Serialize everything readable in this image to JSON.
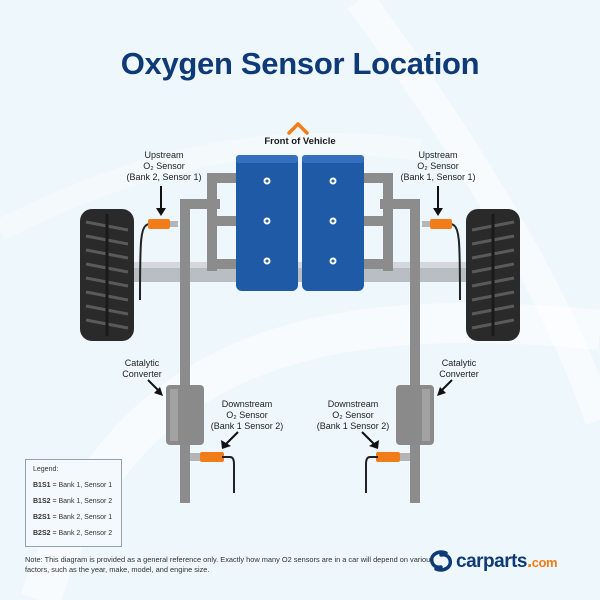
{
  "title": "Oxygen Sensor Location",
  "front_label": "Front of Vehicle",
  "labels": {
    "upstream_left": [
      "Upstream",
      "O₂ Sensor",
      "(Bank 2, Sensor 1)"
    ],
    "upstream_right": [
      "Upstream",
      "O₂ Sensor",
      "(Bank 1, Sensor 1)"
    ],
    "cat_left": [
      "Catalytic",
      "Converter"
    ],
    "cat_right": [
      "Catalytic",
      "Converter"
    ],
    "down_left": [
      "Downstream",
      "O₂ Sensor",
      "(Bank 1 Sensor 2)"
    ],
    "down_right": [
      "Downstream",
      "O₂ Sensor",
      "(Bank 1 Sensor 2)"
    ]
  },
  "legend": {
    "title": "Legend:",
    "items": [
      {
        "code": "B1S1",
        "text": " = Bank 1, Sensor 1"
      },
      {
        "code": "B1S2",
        "text": " = Bank 1, Sensor 2"
      },
      {
        "code": "B2S1",
        "text": " = Bank 2, Sensor 1"
      },
      {
        "code": "B2S2",
        "text": " = Bank 2, Sensor 2"
      }
    ]
  },
  "note": "Note: This diagram is provided as a general reference only. Exactly how many O2 sensors are in a car will depend on various factors, such as the year, make, model, and engine size.",
  "logo": {
    "name": "carparts",
    "dot": ".",
    "suffix": "com"
  },
  "colors": {
    "background": "#eef7fb",
    "title": "#0f3a78",
    "engine": "#1e5aa6",
    "exhaust": "#8c8c8c",
    "sensor": "#f07d1a",
    "tire": "#2a2a2a"
  }
}
